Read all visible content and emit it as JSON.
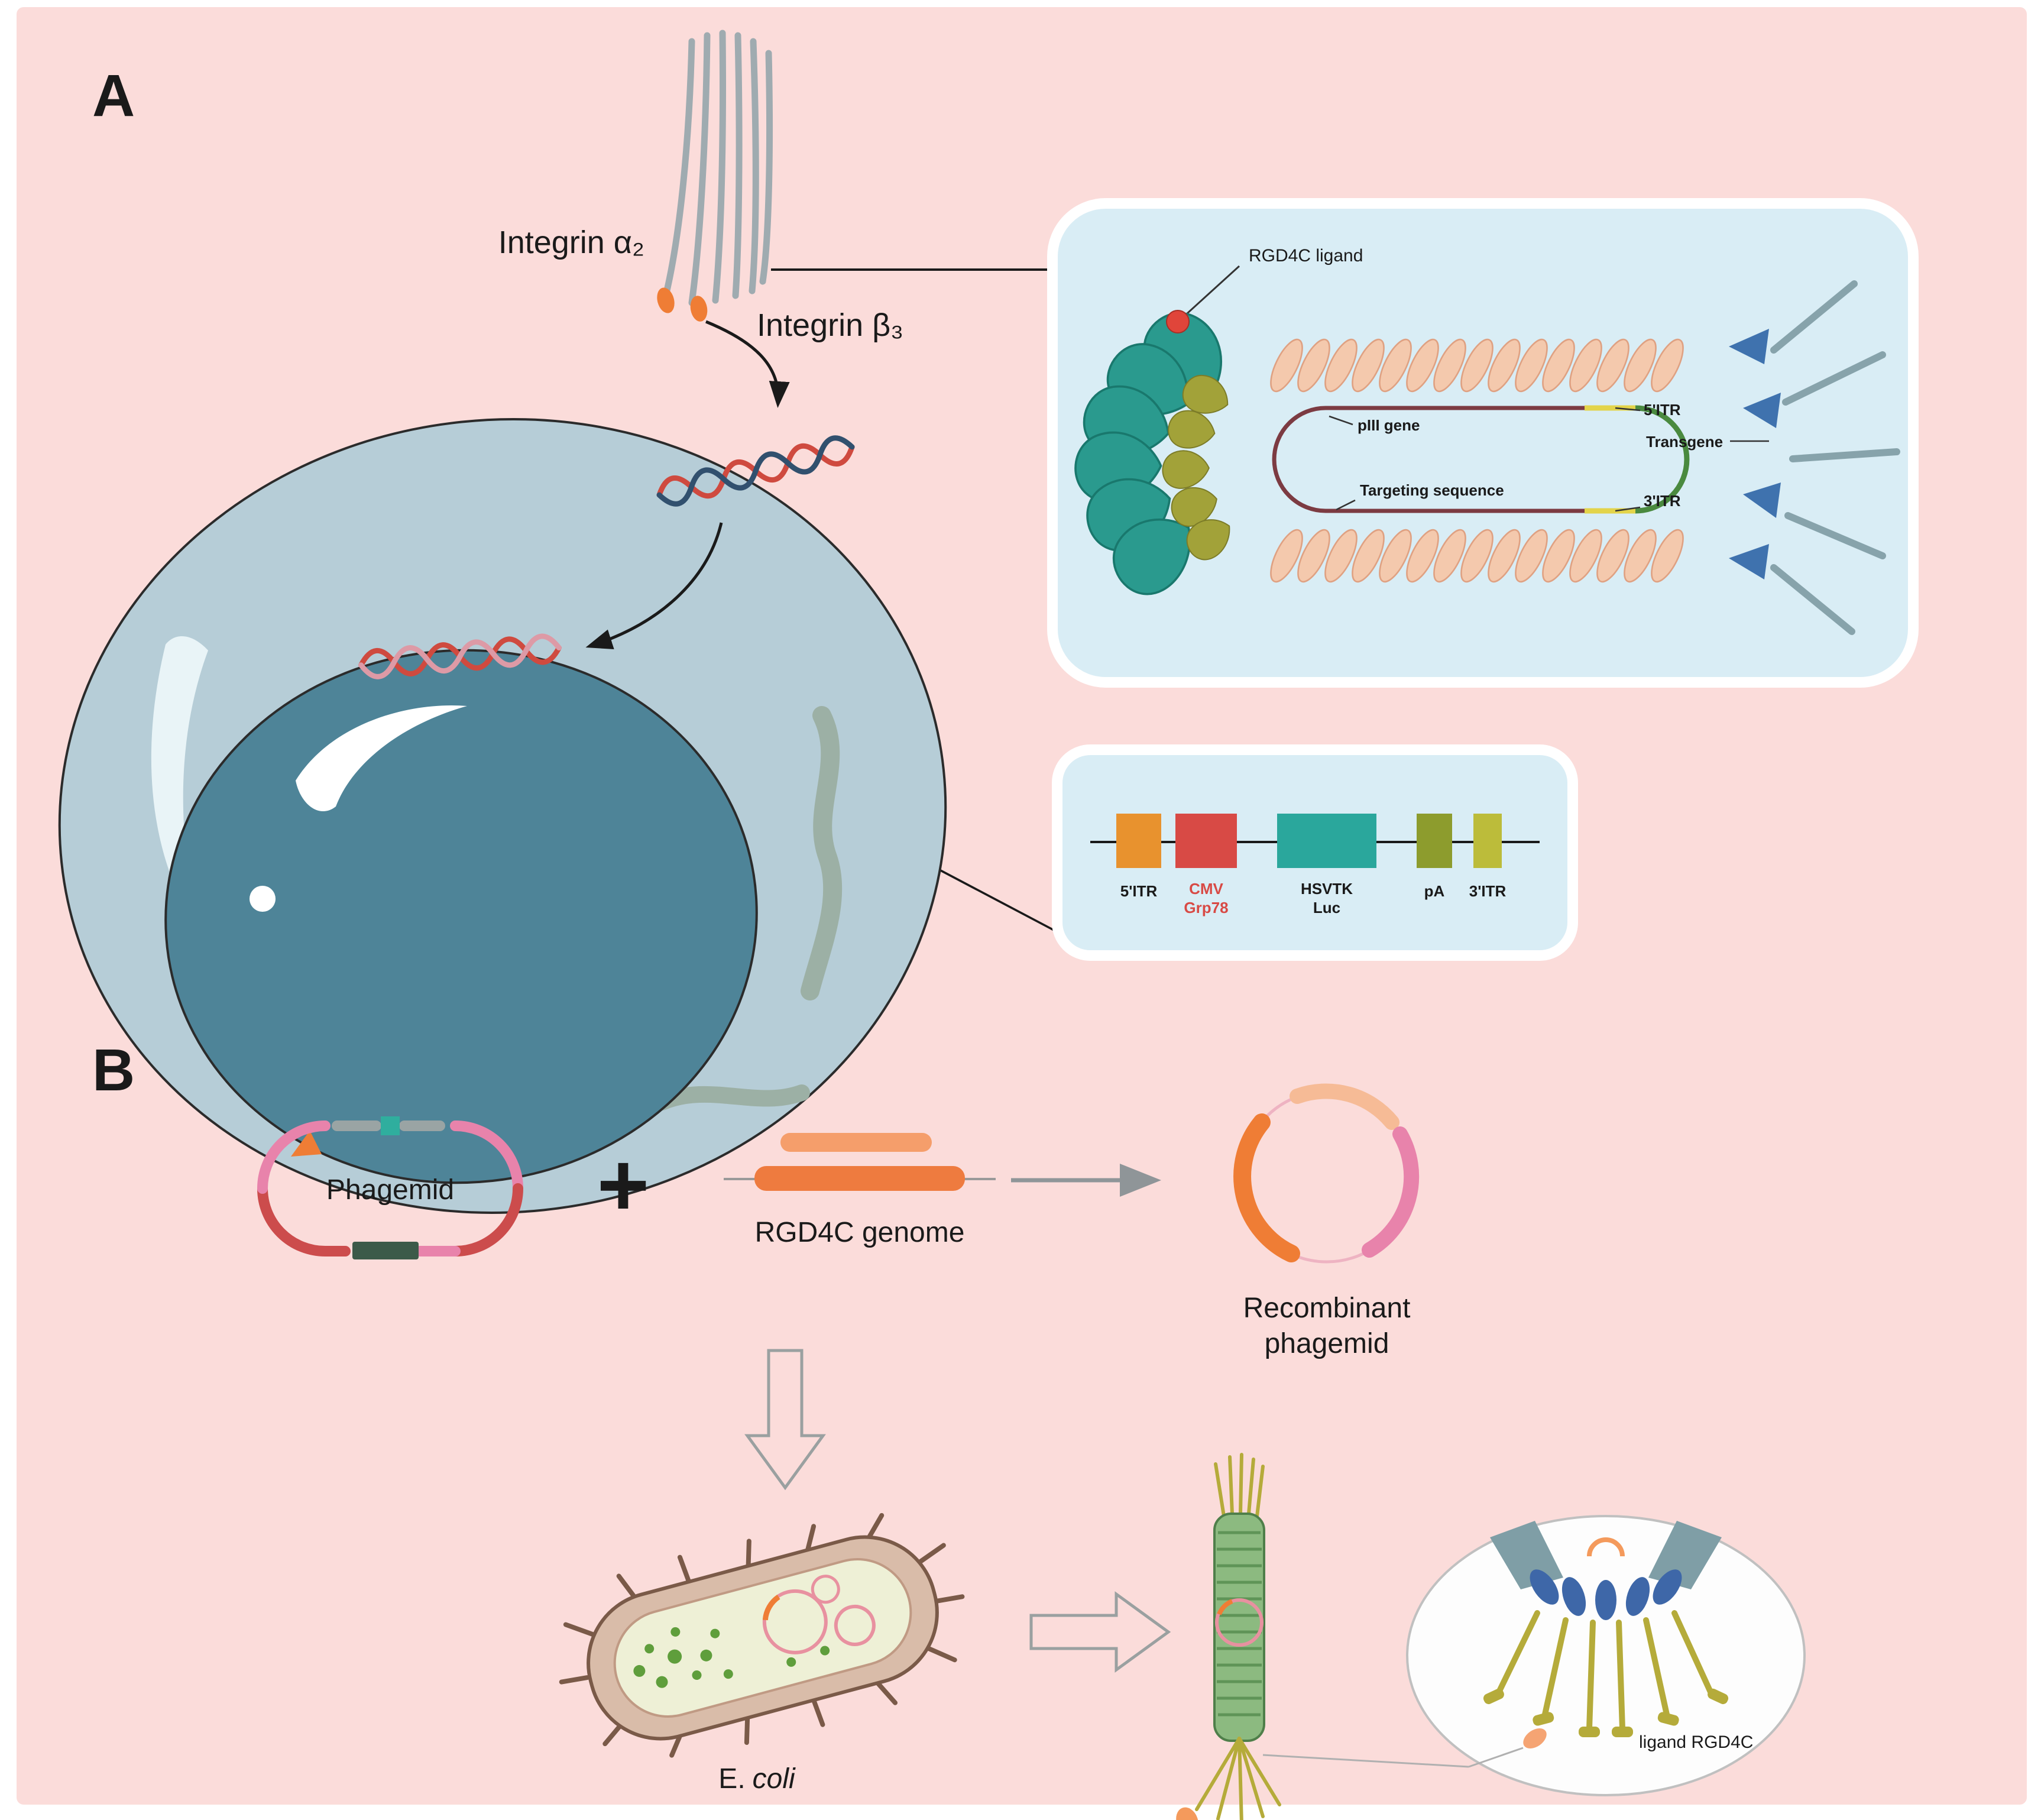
{
  "figure": {
    "type": "scientific-diagram",
    "topic": "RGD4C phage-guided gene delivery and recombinant phagemid production"
  },
  "panel_a": {
    "label": "A",
    "integrin_alpha": "Integrin α₂",
    "integrin_beta": "Integrin β₃",
    "phage_inset": {
      "rgd4c_ligand": "RGD4C ligand",
      "piii_gene": "pIII gene",
      "targeting_sequence": "Targeting sequence",
      "itr5": "5'ITR",
      "transgene": "Transgene",
      "itr3": "3'ITR"
    },
    "construct_inset": {
      "itr5": "5'ITR",
      "cmv": "CMV",
      "grp78": "Grp78",
      "hsvtk": "HSVTK",
      "luc": "Luc",
      "pa": "pA",
      "itr3": "3'ITR"
    }
  },
  "panel_b": {
    "label": "B",
    "phagemid_label": "Phagemid",
    "plus": "+",
    "rgd4c_genome_label": "RGD4C genome",
    "recombinant_line1": "Recombinant",
    "recombinant_line2": "phagemid",
    "ecoli_prefix": "E.",
    "ecoli_species": "coli",
    "ligand_label": "ligand RGD4C"
  },
  "colors": {
    "background_pink": "#fbdcda",
    "inset_blue": "#d9edf5",
    "cell_cytoplasm": "#b6cdd7",
    "cell_nucleus": "#4e8498",
    "accent_orange": "#ef7d35",
    "accent_teal": "#2a9a8e",
    "accent_red": "#d84a45",
    "accent_olive": "#8d9c2d",
    "accent_blue": "#3f72ae",
    "accent_pink": "#e883ab",
    "coat_peach": "#f4c9ad",
    "phage_green": "#8cba80"
  }
}
